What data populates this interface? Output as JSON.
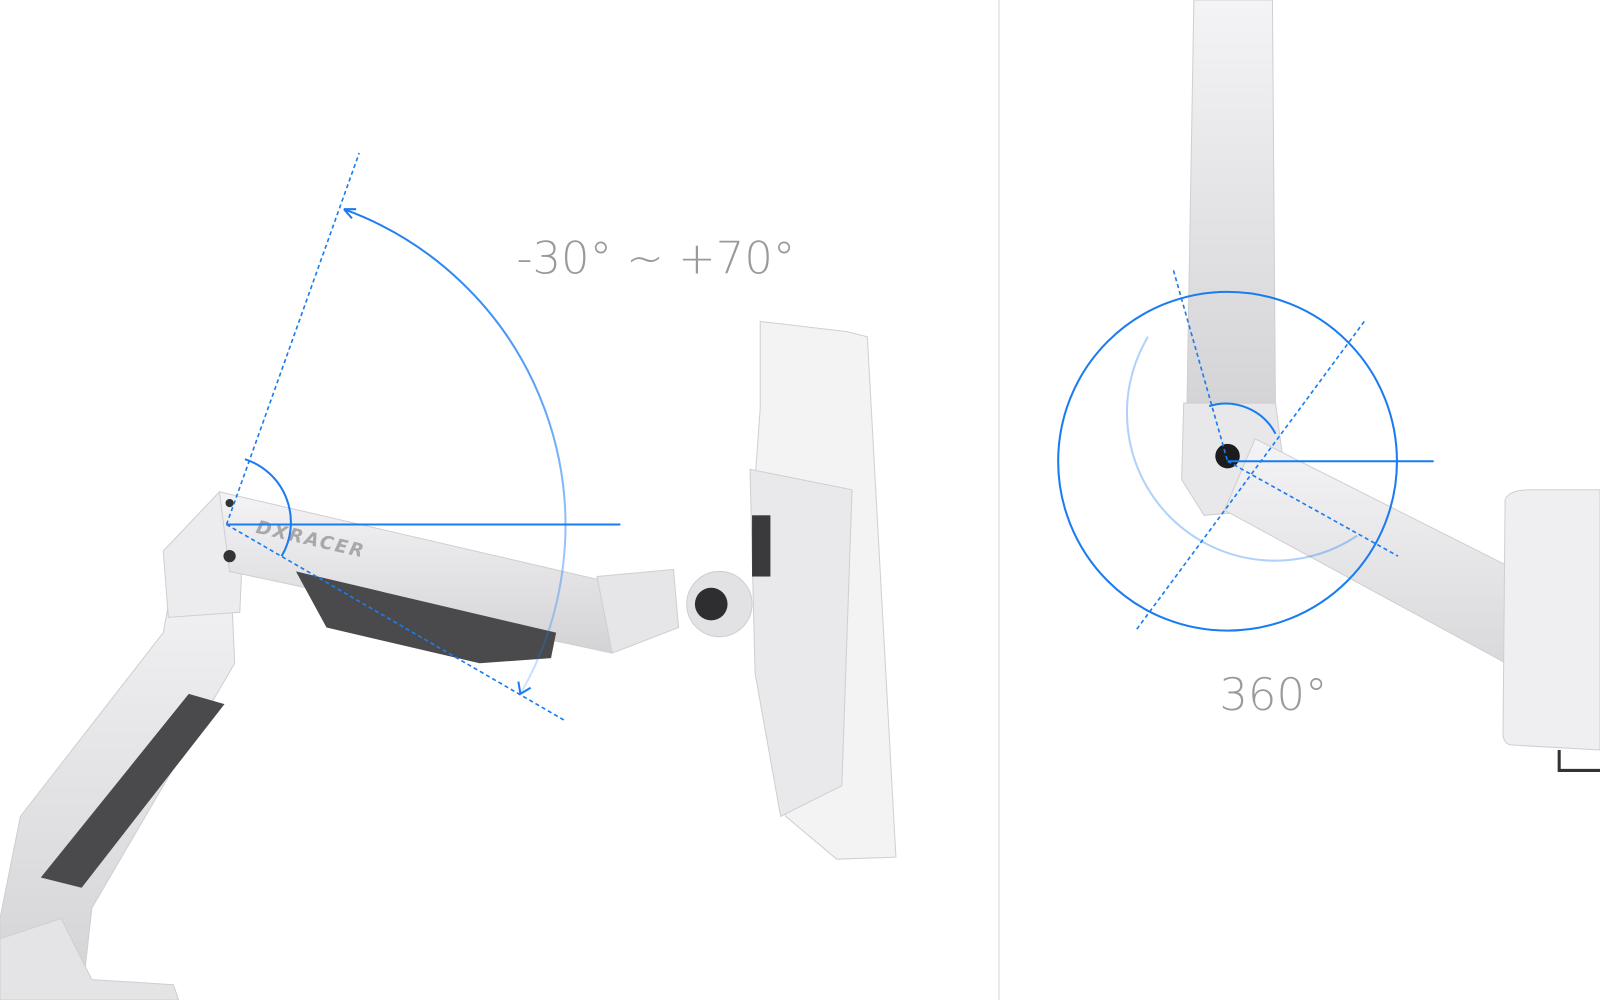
{
  "left_panel": {
    "tilt_range_label": "-30° ~ +70°",
    "brand_logo": "DXRACER"
  },
  "right_panel": {
    "rotation_label": "360°"
  },
  "colors": {
    "annotation_blue": "#1a7cf0",
    "label_gray": "#9a9a9a",
    "arm_white": "#e9e9eb",
    "pad_dark": "#4a4a4c",
    "divider": "#d6d6d6"
  }
}
